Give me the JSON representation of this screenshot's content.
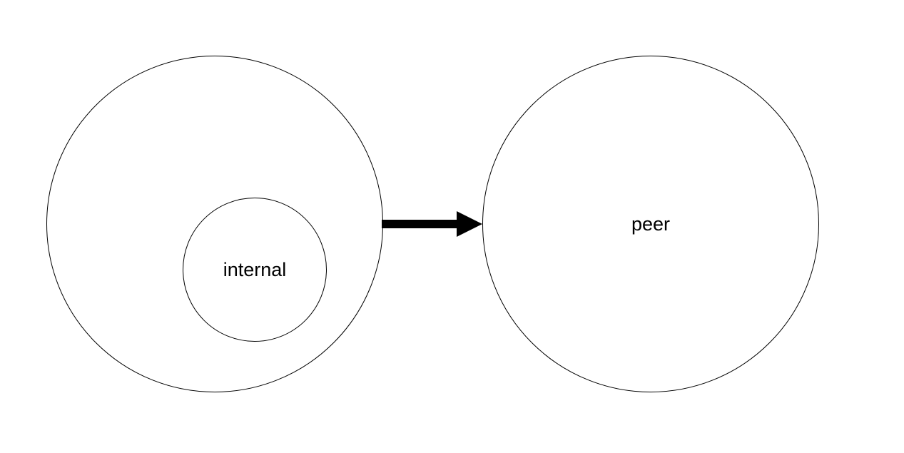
{
  "diagram": {
    "title": "",
    "background_color": "#ffffff",
    "stroke_color": "#000000",
    "text_color": "#000000",
    "nodes": [
      {
        "id": "outer-left",
        "label": "",
        "shape": "circle",
        "contains": [
          "internal"
        ]
      },
      {
        "id": "internal",
        "label": "internal",
        "shape": "circle",
        "parent": "outer-left"
      },
      {
        "id": "peer",
        "label": "peer",
        "shape": "circle"
      }
    ],
    "labels": {
      "internal": "internal",
      "peer": "peer"
    },
    "edges": [
      {
        "from": "outer-left",
        "to": "peer",
        "style": "thick-solid",
        "arrowhead": "filled-triangle",
        "direction": "left-to-right",
        "color": "#000000"
      }
    ]
  }
}
